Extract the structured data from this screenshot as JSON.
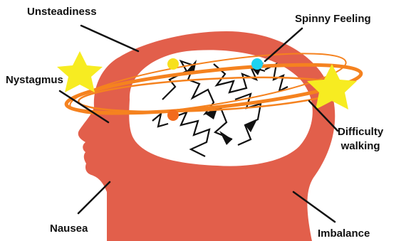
{
  "labels": {
    "unsteadiness": "Unsteadiness",
    "spinny_feeling": "Spinny Feeling",
    "nystagmus": "Nystagmus",
    "difficulty_walking_line1": "Difficulty",
    "difficulty_walking_line2": "walking",
    "nausea": "Nausea",
    "imbalance": "Imbalance"
  },
  "colors": {
    "head": "#e25f4b",
    "brain_area": "#ffffff",
    "orbit": "#f5821f",
    "star": "#f7ec21",
    "dot_yellow": "#f7e01d",
    "dot_cyan": "#1ed3f0",
    "dot_orange": "#f26b1d",
    "scribble": "#111111",
    "leader_line": "#111111",
    "label_text": "#111111"
  },
  "icons": [
    "star-icon",
    "head-silhouette",
    "dizzy-scribble"
  ]
}
